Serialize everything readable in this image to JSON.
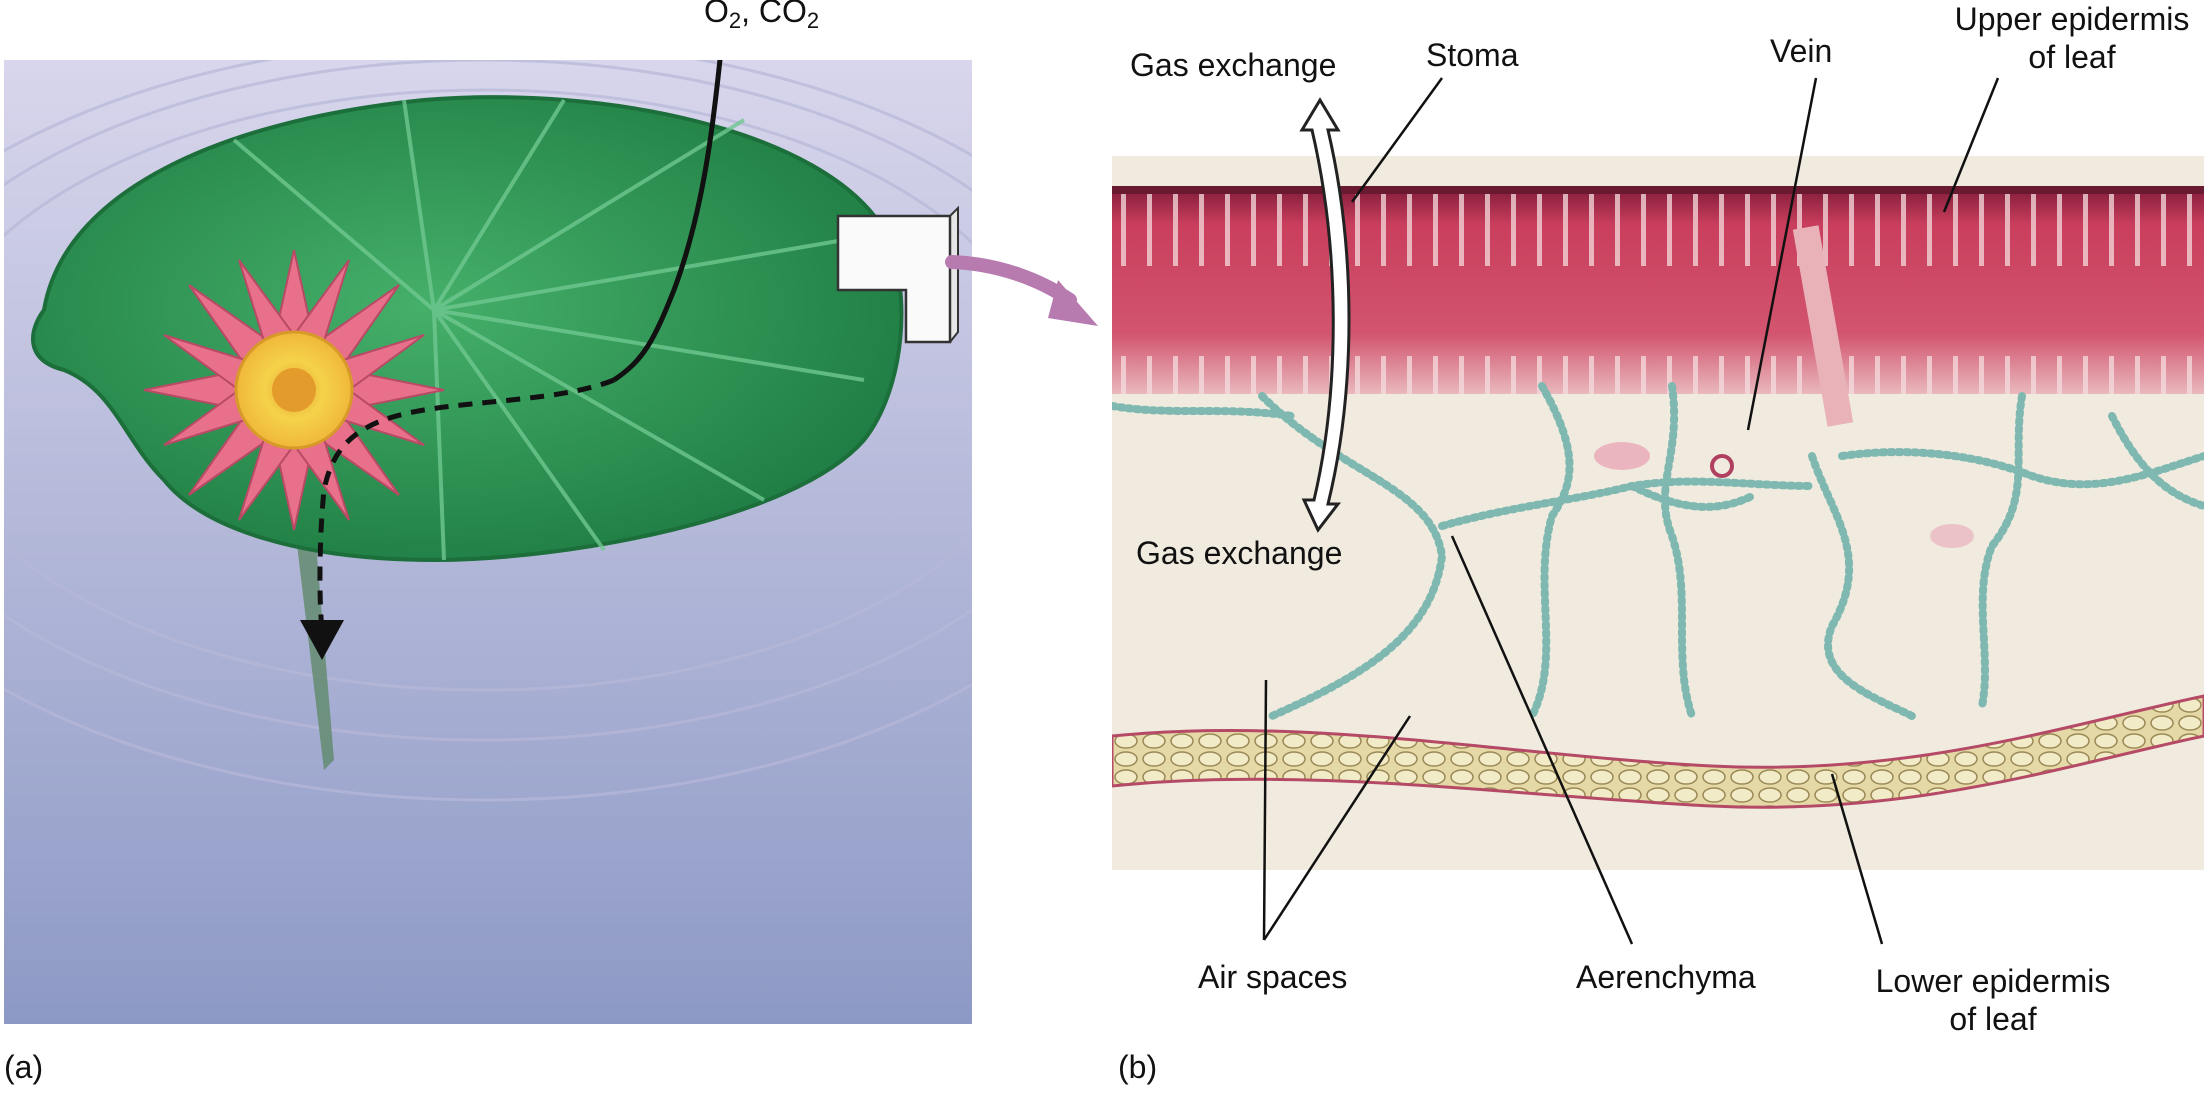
{
  "panel_a": {
    "gas_label_1": "O",
    "gas_sub_1": "2",
    "gas_sep": ", CO",
    "gas_sub_2": "2",
    "panel_letter": "(a)"
  },
  "panel_b": {
    "gas_exchange_top": "Gas exchange",
    "gas_exchange_bottom": "Gas exchange",
    "stoma": "Stoma",
    "vein": "Vein",
    "upper_epidermis_line1": "Upper epidermis",
    "upper_epidermis_line2": "of leaf",
    "air_spaces": "Air spaces",
    "aerenchyma": "Aerenchyma",
    "lower_epidermis_line1": "Lower epidermis",
    "lower_epidermis_line2": "of leaf",
    "panel_letter": "(b)"
  },
  "colors": {
    "water_top": "#d6d4ea",
    "water_bottom": "#8f9bc6",
    "leaf": "#2e9a57",
    "leaf_dark": "#1e7a40",
    "petal": "#e8708a",
    "flower_center": "#f2c640",
    "arrow_purple": "#b77bb0",
    "micrograph_bg": "#f1ebdf",
    "palisade": "#c83a5a",
    "aerenchyma_cells": "#7fb8b0"
  }
}
